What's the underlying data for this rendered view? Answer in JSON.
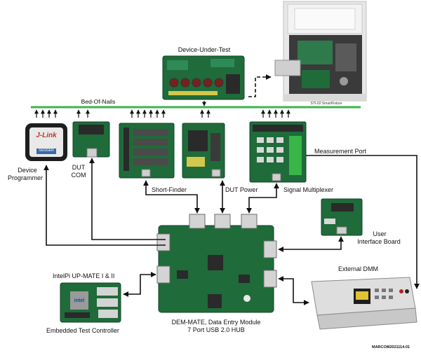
{
  "labels": {
    "device_under_test": "Device-Under-Test",
    "bed_of_nails": "Bed-Of-Nails",
    "device_programmer_1": "Device",
    "device_programmer_2": "Programmer",
    "dut_com_1": "DUT",
    "dut_com_2": "COM",
    "short_finder": "Short-Finder",
    "dut_power": "DUT Power",
    "signal_multiplexer": "Signal Multiplexer",
    "measurement_port": "Measurement Port",
    "user_interface_1": "User",
    "user_interface_2": "Interface Board",
    "intelpi": "IntelPi UP-MATE I & II",
    "embedded_test_controller": "Embedded Test Controller",
    "dem_mate_1": "DEM-MATE, Data Entry Module",
    "dem_mate_2": "7 Port USB 2.0 HUB",
    "external_dmm": "External DMM",
    "footer_code": "MARCOM2021114-01",
    "photo_caption": "STI-02 SmartFixture"
  },
  "device_text": {
    "jlink_1": "J-Link",
    "jlink_2": "SEGGER",
    "intel": "intel"
  },
  "colors": {
    "bus": "#39b54a",
    "pcb": "#1f6b3a",
    "arrow": "#111111"
  }
}
